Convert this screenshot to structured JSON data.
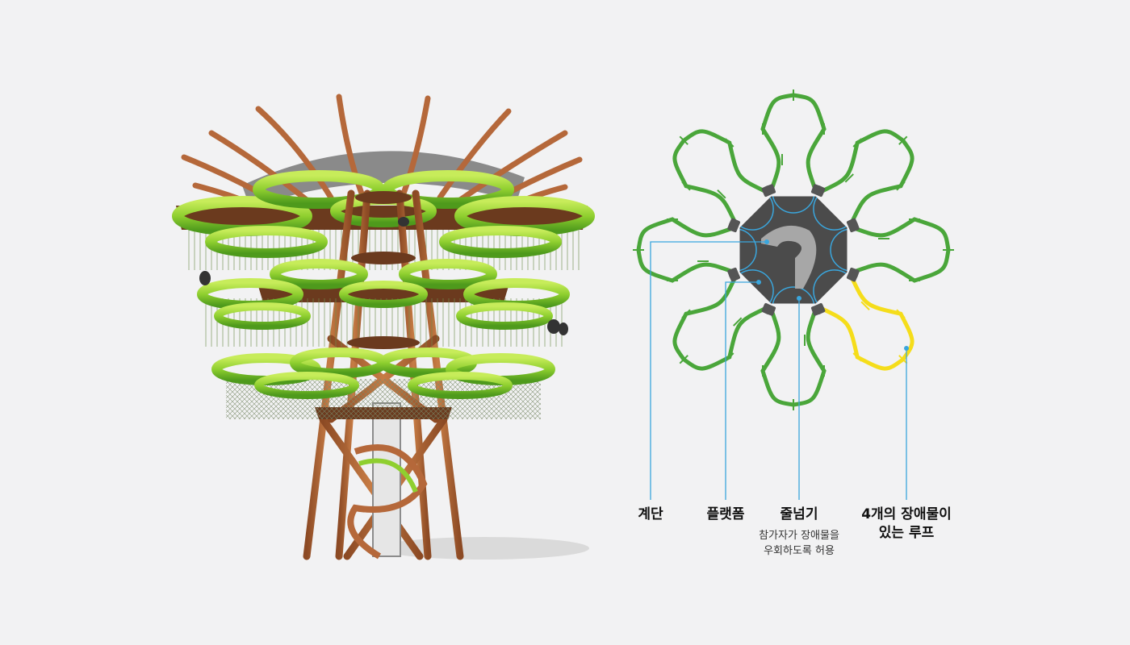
{
  "colors": {
    "background": "#f2f2f3",
    "loop_green": "#4aa63a",
    "loop_yellow": "#f5dd1a",
    "hub_gray": "#4b4b4b",
    "spiral_light": "#a7a7a7",
    "callout_blue": "#3aa6dd",
    "wood": "#b5683a",
    "canopy_green": "#8fcf2f"
  },
  "labels": {
    "stairs": "계단",
    "platform": "플랫폼",
    "zipline": "줄넘기",
    "zipline_desc_1": "참가자가 장애물을",
    "zipline_desc_2": "우회하도록 허용",
    "loop_line1": "4개의 장애물이",
    "loop_line2": "있는 루프"
  },
  "diagram": {
    "petal_count": 8,
    "highlighted_petal_index": 3
  }
}
